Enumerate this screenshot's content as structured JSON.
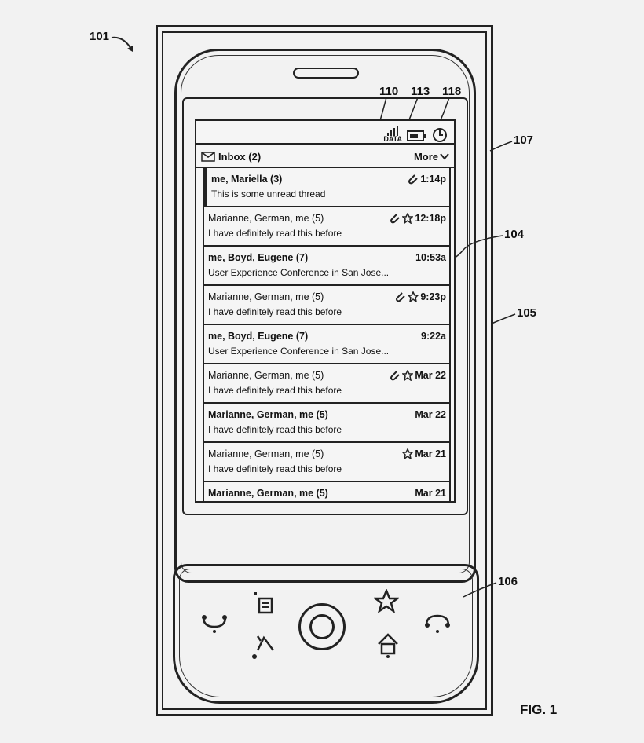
{
  "figure": {
    "label": "FIG. 1",
    "refs": {
      "device": "101",
      "status_110": "110",
      "status_113": "113",
      "status_118": "118",
      "screen": "104",
      "bezel": "105",
      "body": "107",
      "keys": "106"
    }
  },
  "status_bar": {
    "signal_label": "DATA",
    "icons": [
      "signal-icon",
      "battery-icon",
      "clock-icon"
    ]
  },
  "inbox": {
    "title": "Inbox (2)",
    "more_label": "More",
    "rows": [
      {
        "sender": "me, Mariella (3)",
        "snippet": "This is some unread thread",
        "time": "1:14p",
        "attach": true,
        "star": false,
        "unread": true
      },
      {
        "sender": "Marianne, German, me (5)",
        "snippet": "I have definitely read this before",
        "time": "12:18p",
        "attach": true,
        "star": true,
        "unread": false
      },
      {
        "sender": "me, Boyd, Eugene (7)",
        "snippet": "User Experience Conference in San Jose...",
        "time": "10:53a",
        "attach": false,
        "star": false,
        "unread": false
      },
      {
        "sender": "Marianne, German, me (5)",
        "snippet": "I have definitely read this before",
        "time": "9:23p",
        "attach": true,
        "star": true,
        "unread": false
      },
      {
        "sender": "me, Boyd, Eugene (7)",
        "snippet": "User Experience Conference in San Jose...",
        "time": "9:22a",
        "attach": false,
        "star": false,
        "unread": false
      },
      {
        "sender": "Marianne, German, me (5)",
        "snippet": "I have definitely read this before",
        "time": "Mar 22",
        "attach": true,
        "star": true,
        "unread": false
      },
      {
        "sender": "Marianne, German, me (5)",
        "snippet": "I have definitely read this before",
        "time": "Mar 22",
        "attach": false,
        "star": false,
        "unread": false
      },
      {
        "sender": "Marianne, German, me (5)",
        "snippet": "I have definitely read this before",
        "time": "Mar 21",
        "attach": false,
        "star": true,
        "unread": false
      },
      {
        "sender": "Marianne, German, me (5)",
        "snippet": "",
        "time": "Mar 21",
        "attach": false,
        "star": false,
        "unread": false
      }
    ]
  },
  "keys": [
    "call-key",
    "menu-key",
    "trackball",
    "back-key",
    "favorites-key",
    "home-key",
    "end-call-key"
  ]
}
